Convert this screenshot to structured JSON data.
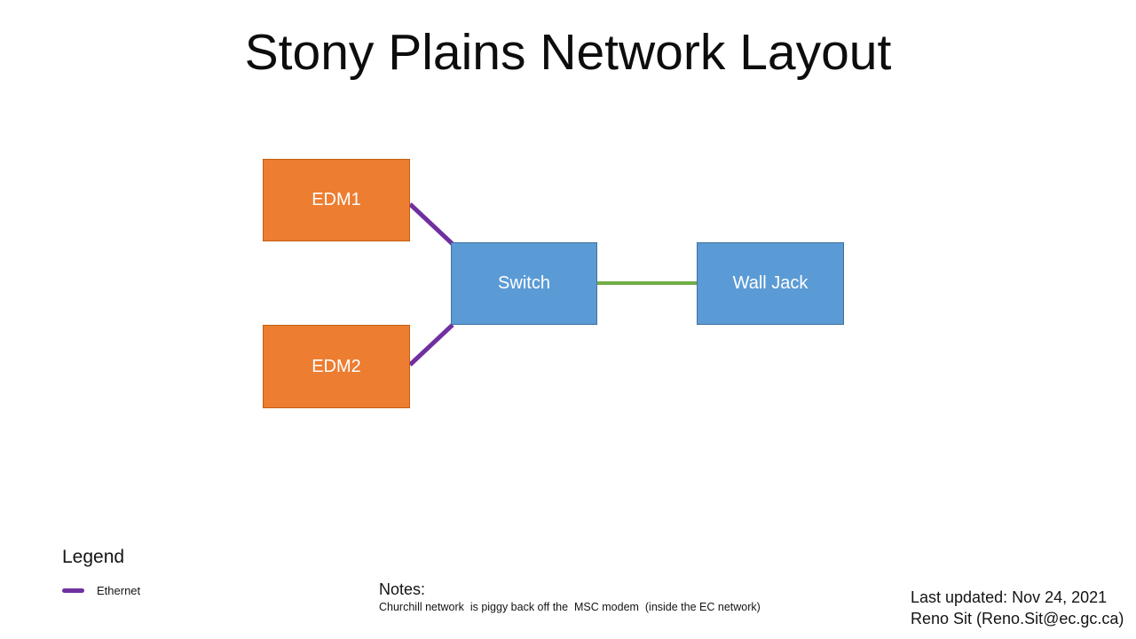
{
  "title": "Stony Plains Network Layout",
  "diagram": {
    "nodes": [
      {
        "id": "edm1",
        "label": "EDM1",
        "fill": "#ED7D31",
        "border": "#C55F11",
        "text_color": "#FFFFFF"
      },
      {
        "id": "edm2",
        "label": "EDM2",
        "fill": "#ED7D31",
        "border": "#C55F11",
        "text_color": "#FFFFFF"
      },
      {
        "id": "switch",
        "label": "Switch",
        "fill": "#5B9BD5",
        "border": "#41719C",
        "text_color": "#FFFFFF"
      },
      {
        "id": "walljack",
        "label": "Wall Jack",
        "fill": "#5B9BD5",
        "border": "#41719C",
        "text_color": "#FFFFFF"
      }
    ],
    "edges": [
      {
        "from": "EDM1",
        "to": "Switch",
        "type": "ethernet",
        "color": "#7030A0"
      },
      {
        "from": "EDM2",
        "to": "Switch",
        "type": "ethernet",
        "color": "#7030A0"
      },
      {
        "from": "Switch",
        "to": "Wall Jack",
        "type": "connection",
        "color": "#70AD47"
      }
    ]
  },
  "legend": {
    "heading": "Legend",
    "items": [
      {
        "label": "Ethernet",
        "color": "#7030A0"
      }
    ]
  },
  "notes": {
    "heading": "Notes:",
    "body": "Churchill network  is piggy back off the  MSC modem  (inside the EC network)"
  },
  "footer": {
    "last_updated": "Last updated: Nov 24, 2021",
    "contact": "Reno Sit (Reno.Sit@ec.gc.ca)"
  },
  "colors": {
    "ethernet_line": "#7030A0",
    "uplink_line": "#70AD47",
    "node_orange": "#ED7D31",
    "node_blue": "#5B9BD5",
    "background": "#FFFFFF"
  }
}
